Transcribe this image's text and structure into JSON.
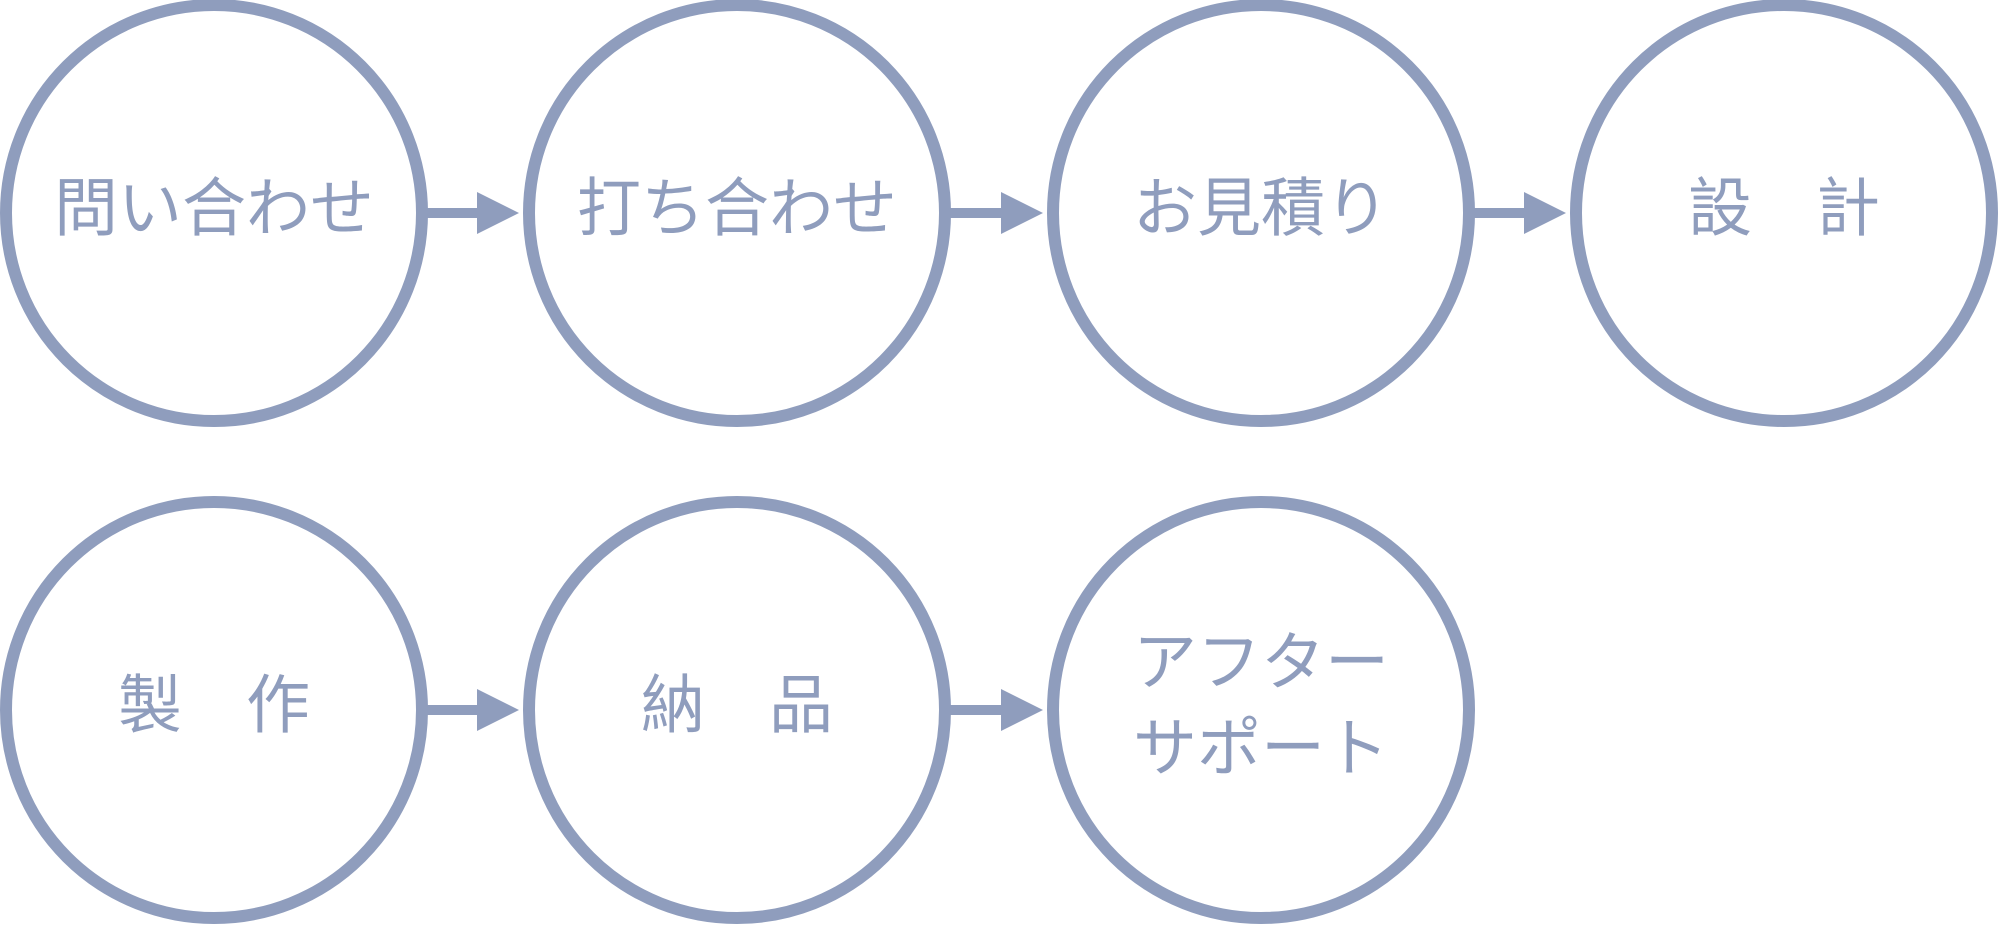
{
  "diagram": {
    "type": "process-flow",
    "color": "#8f9dbd",
    "rows": [
      {
        "steps": [
          {
            "lines": [
              "問い合わせ"
            ]
          },
          {
            "lines": [
              "打ち合わせ"
            ]
          },
          {
            "lines": [
              "お見積り"
            ]
          },
          {
            "lines": [
              "設　計"
            ]
          }
        ]
      },
      {
        "steps": [
          {
            "lines": [
              "製　作"
            ]
          },
          {
            "lines": [
              "納　品"
            ]
          },
          {
            "lines": [
              "アフター",
              "サポート"
            ]
          }
        ]
      }
    ]
  }
}
